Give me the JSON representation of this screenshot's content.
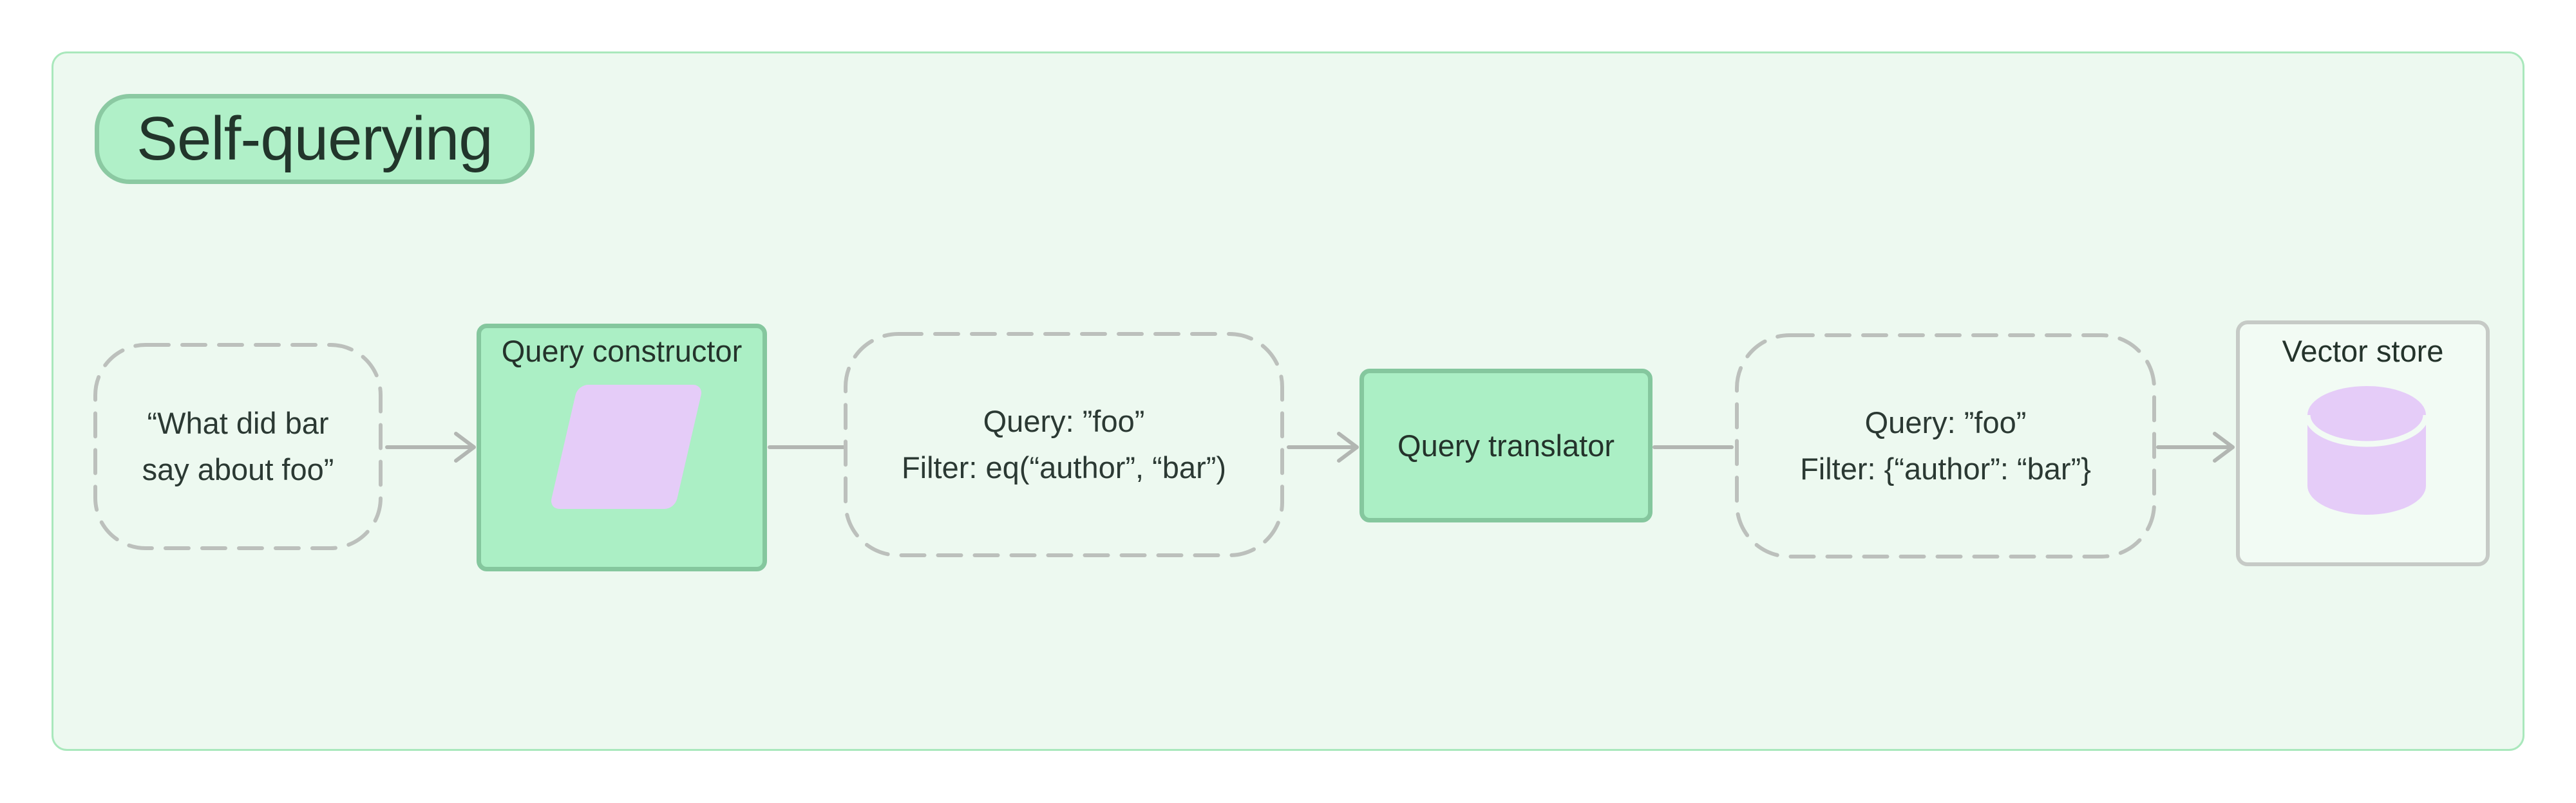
{
  "title": {
    "label": "Self-querying"
  },
  "nodes": {
    "user_query": {
      "lines": [
        "“What did bar",
        "say about foo”"
      ]
    },
    "query_constructor": {
      "label": "Query constructor",
      "icon": "parallelogram"
    },
    "structured_query": {
      "lines": [
        "Query: ”foo”",
        "Filter: eq(“author”, “bar”)"
      ]
    },
    "query_translator": {
      "label": "Query translator"
    },
    "translated_query": {
      "lines": [
        "Query: ”foo”",
        "Filter: {“author”: “bar”}"
      ]
    },
    "vector_store": {
      "label": "Vector store",
      "icon": "database"
    }
  },
  "colors": {
    "page_bg": "#ffffff",
    "canvas_bg": "#edf9f0",
    "canvas_border": "#a9e8bc",
    "node_fill": "#abefc5",
    "node_border": "#85c79e",
    "pill_fill": "#b0f0c8",
    "pill_border": "#8bc9a2",
    "lavender": "#e5ccf8",
    "dashed_border": "#bcc0bc",
    "arrow": "#b2b6b2",
    "text": "#2b3933",
    "store_fill": "#f2fbf4",
    "store_border": "#c6cac6"
  }
}
